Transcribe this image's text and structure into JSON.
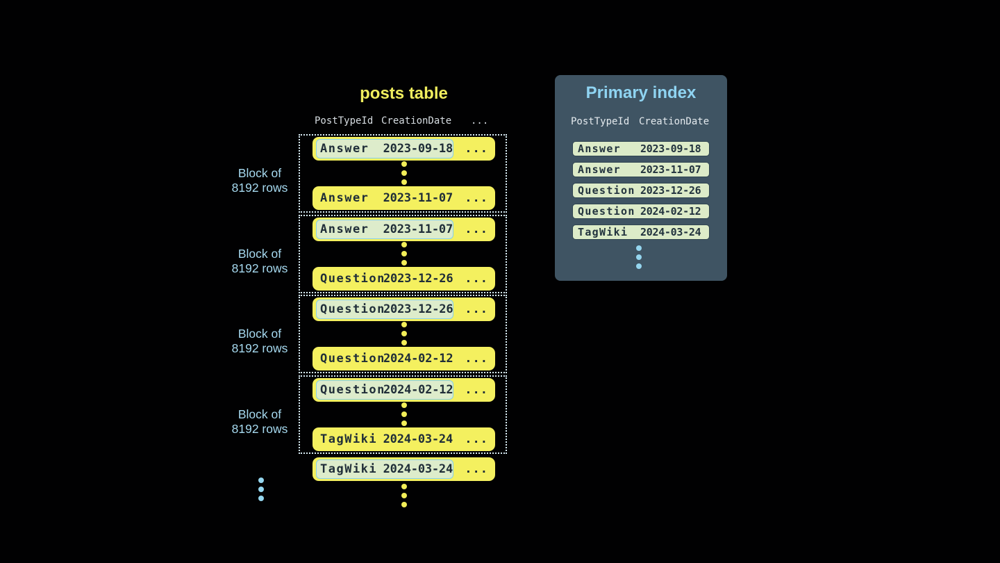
{
  "posts_table": {
    "title": "posts table",
    "headers": {
      "post_type_id": "PostTypeId",
      "creation_date": "CreationDate",
      "more": "..."
    },
    "block_label": "Block of\n8192 rows",
    "blocks": [
      {
        "rows": [
          {
            "type": "Answer",
            "date": "2023-09-18",
            "more": "..."
          },
          {
            "type": "Answer",
            "date": "2023-11-07",
            "more": "..."
          }
        ]
      },
      {
        "rows": [
          {
            "type": "Answer",
            "date": "2023-11-07",
            "more": "..."
          },
          {
            "type": "Question",
            "date": "2023-12-26",
            "more": "..."
          }
        ]
      },
      {
        "rows": [
          {
            "type": "Question",
            "date": "2023-12-26",
            "more": "..."
          },
          {
            "type": "Question",
            "date": "2024-02-12",
            "more": "..."
          }
        ]
      },
      {
        "rows": [
          {
            "type": "Question",
            "date": "2024-02-12",
            "more": "..."
          },
          {
            "type": "TagWiki",
            "date": "2024-03-24",
            "more": "..."
          }
        ]
      }
    ],
    "overflow_row": {
      "type": "TagWiki",
      "date": "2024-03-24",
      "more": "..."
    }
  },
  "primary_index": {
    "title": "Primary index",
    "headers": {
      "post_type_id": "PostTypeId",
      "creation_date": "CreationDate"
    },
    "rows": [
      {
        "type": "Answer",
        "date": "2023-09-18"
      },
      {
        "type": "Answer",
        "date": "2023-11-07"
      },
      {
        "type": "Question",
        "date": "2023-12-26"
      },
      {
        "type": "Question",
        "date": "2024-02-12"
      },
      {
        "type": "TagWiki",
        "date": "2024-03-24"
      }
    ]
  },
  "colors": {
    "background": "#010102",
    "row_yellow": "#f4f05f",
    "title_yellow": "#f0ee5e",
    "dark_text": "#1f2d38",
    "highlight_fill": "#ddeccb",
    "highlight_border": "#86d0ea",
    "dotted_border": "#d9edf6",
    "block_label_blue": "#a6d9ef",
    "panel_bg": "#3f5463",
    "panel_title_blue": "#8fd4f2",
    "pill_fill": "#dcebc8",
    "dot_blue": "#95d6ef"
  }
}
